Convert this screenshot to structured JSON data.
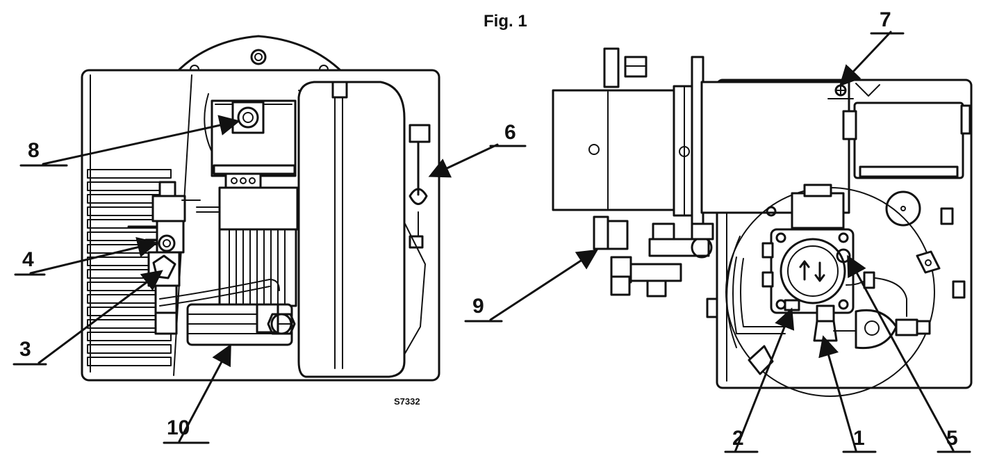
{
  "figure_title": "Fig. 1",
  "drawing_code": "S7332",
  "callouts": [
    {
      "number": "1"
    },
    {
      "number": "2"
    },
    {
      "number": "3"
    },
    {
      "number": "4"
    },
    {
      "number": "5"
    },
    {
      "number": "6"
    },
    {
      "number": "7"
    },
    {
      "number": "8"
    },
    {
      "number": "9"
    },
    {
      "number": "10"
    }
  ],
  "colors": {
    "ink": "#111111",
    "paper": "#ffffff"
  }
}
